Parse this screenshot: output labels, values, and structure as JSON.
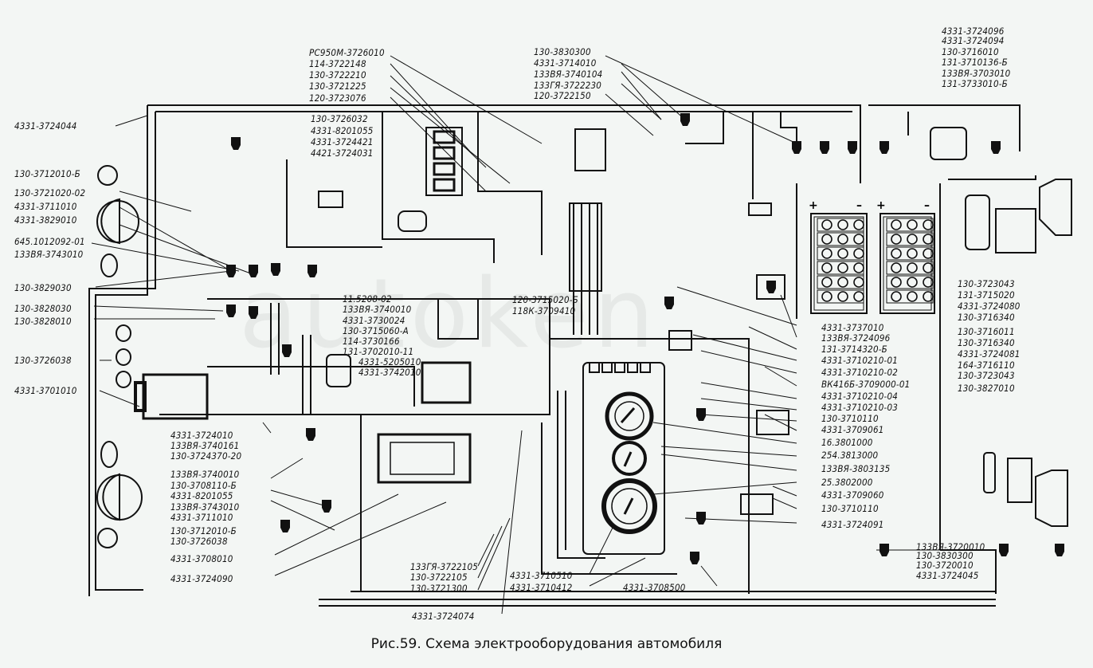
{
  "caption": "Рис.59. Схема электрооборудования автомобиля",
  "watermark": "autoken",
  "colors": {
    "background": "#f3f6f4",
    "ink": "#111111"
  },
  "diagram": {
    "title": "Схема электрооборудования автомобиля",
    "figure_number": "Рис.59",
    "battery_terminals": {
      "plus": "+",
      "minus": "–"
    },
    "labels_left": [
      "4331-3724044",
      "130-3712010-Б",
      "130-3721020-02",
      "4331-3711010",
      "4331-3829010",
      "645.1012092-01",
      "133ВЯ-3743010",
      "130-3829030",
      "130-3828030",
      "130-3828010",
      "130-3726038",
      "4331-3701010"
    ],
    "labels_bottom_left": [
      "4331-3724010",
      "133ВЯ-3740161",
      "130-3724370-20",
      "133ВЯ-3740010",
      "130-3708110-Б",
      "4331-8201055",
      "133ВЯ-3743010",
      "4331-3711010",
      "130-3712010-Б",
      "130-3726038",
      "4331-3708010",
      "4331-3724090"
    ],
    "labels_top_center_left": [
      "РС950М-3726010",
      "114-3722148",
      "130-3722210",
      "130-3721225",
      "120-3723076"
    ],
    "labels_top_center_left_inner": [
      "130-3726032",
      "4331-8201055",
      "4331-3724421",
      "4421-3724031"
    ],
    "labels_center": [
      "11.5208-02",
      "133ВЯ-3740010",
      "4331-3730024",
      "130-3715060-А",
      "114-3730166",
      "131-3702010-11",
      "4331-5205010",
      "4331-3742010"
    ],
    "labels_center_right": [
      "120-3715020-Б",
      "118К-3709410"
    ],
    "labels_top_center_right": [
      "130-3830300",
      "4331-3714010",
      "133ВЯ-3740104",
      "133ГЯ-3722230",
      "120-3722150"
    ],
    "labels_top_right": [
      "4331-3724096",
      "4331-3724094",
      "130-3716010",
      "131-3710136-Б",
      "133ВЯ-3703010",
      "131-3733010-Б"
    ],
    "labels_right_mid": [
      "130-3723043",
      "131-3715020",
      "4331-3724080",
      "130-3716340",
      "130-3716011",
      "130-3716340",
      "4331-3724081",
      "164-3716110",
      "130-3723043",
      "130-3827010"
    ],
    "labels_right_panel": [
      "4331-3737010",
      "133ВЯ-3724096",
      "131-3714320-Б",
      "4331-3710210-01",
      "4331-3710210-02",
      "ВК416Б-3709000-01",
      "4331-3710210-04",
      "4331-3710210-03",
      "130-3710110",
      "4331-3709061",
      "16.3801000",
      "254.3813000",
      "133ВЯ-3803135",
      "25.3802000",
      "4331-3709060",
      "130-3710110",
      "4331-3724091"
    ],
    "labels_bottom_right": [
      "133ВЯ-3720010",
      "130-3830300",
      "130-3720010",
      "4331-3724045"
    ],
    "labels_bottom_center": [
      "133ГЯ-3722105",
      "130-3722105",
      "130-3721300",
      "4331-3724074",
      "4331-3710510",
      "4331-3710412",
      "4331-3708500"
    ]
  }
}
